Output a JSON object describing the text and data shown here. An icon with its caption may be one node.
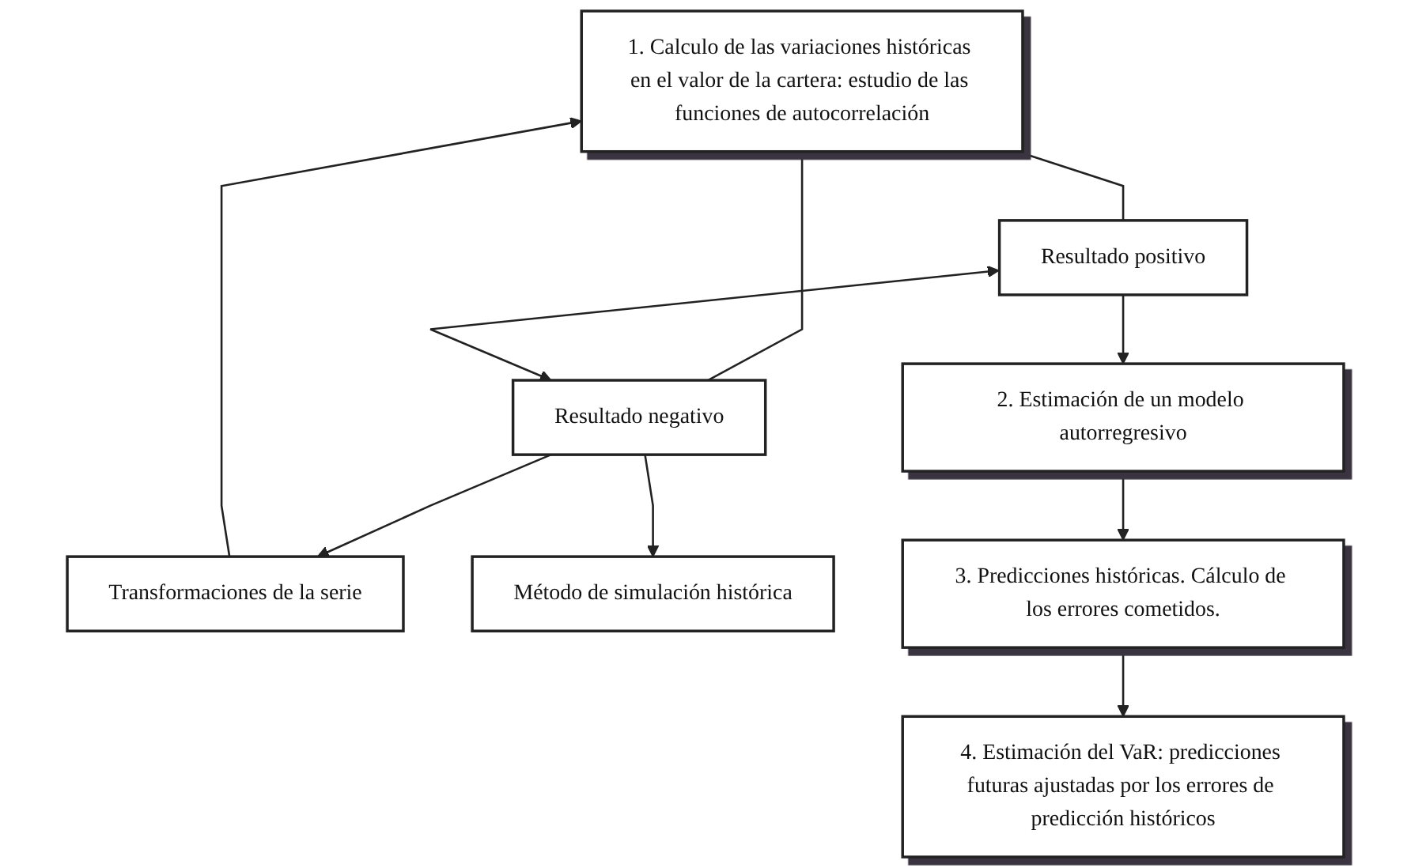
{
  "diagram": {
    "nodes": [
      {
        "text": [
          "1. Calculo de las variaciones históricas en el valor de la cartera: estudio de las funciones de autocorrelación"
        ]
      },
      {
        "text": [
          "Transformaciones de la serie"
        ]
      },
      {
        "text": [
          "Resultado positivo"
        ]
      },
      {
        "text": [
          "Resultado negativo"
        ]
      },
      {
        "text": [
          "Método de simulación histórica"
        ]
      },
      {
        "text": [
          "2. Estimación de un modelo autorregresivo"
        ]
      },
      {
        "text": [
          "3. Predicciones históricas. Cálculo de los errores cometidos."
        ]
      },
      {
        "text": [
          "4. Estimación del VaR: predicciones futuras ajustadas por los errores de predicción históricos"
        ]
      }
    ],
    "edges": [
      {
        "from": 1,
        "to": 0,
        "arrow": "to"
      },
      {
        "from": 0,
        "to": 2,
        "arrow": "none"
      },
      {
        "from": 0,
        "to": 3,
        "arrow": "none"
      },
      {
        "from": 2,
        "to": 3,
        "arrow": "both"
      },
      {
        "from": 3,
        "to": 1,
        "arrow": "to"
      },
      {
        "from": 3,
        "to": 4,
        "arrow": "to"
      },
      {
        "from": 2,
        "to": 5,
        "arrow": "to"
      },
      {
        "from": 5,
        "to": 6,
        "arrow": "to"
      },
      {
        "from": 6,
        "to": 7,
        "arrow": "to"
      }
    ]
  }
}
